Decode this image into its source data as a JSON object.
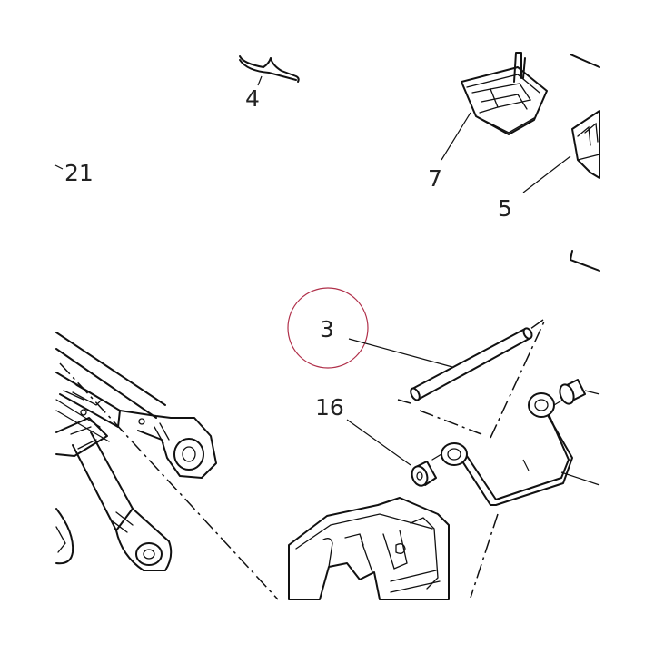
{
  "callouts": {
    "c4": "4",
    "c21": "21",
    "c7": "7",
    "c5": "5",
    "c3": "3",
    "c16": "16"
  },
  "highlight_color": "#b0304a"
}
